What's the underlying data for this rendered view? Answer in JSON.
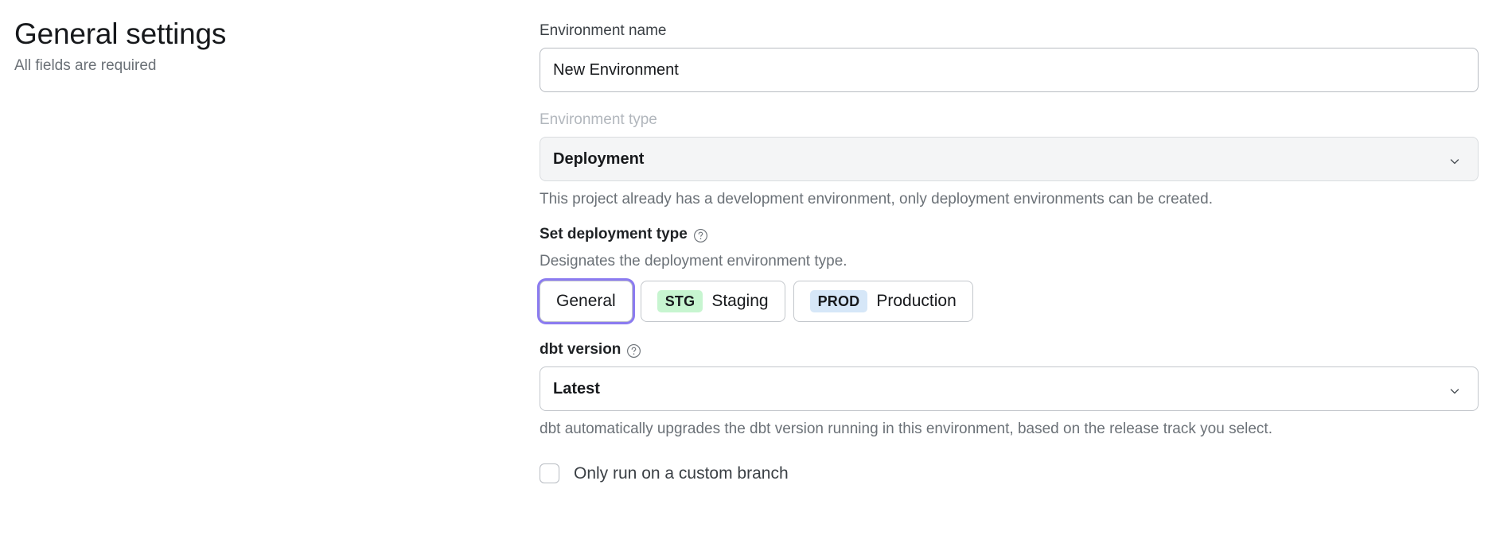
{
  "header": {
    "title": "General settings",
    "subtitle": "All fields are required"
  },
  "form": {
    "environment_name": {
      "label": "Environment name",
      "value": "New Environment",
      "placeholder": "New Environment"
    },
    "environment_type": {
      "label": "Environment type",
      "value": "Deployment",
      "disabled": true,
      "helper": "This project already has a development environment, only deployment environments can be created.",
      "chevron_icon": "chevron-down-icon"
    },
    "deployment_type": {
      "label": "Set deployment type",
      "help_icon": "question-circle-icon",
      "description": "Designates the deployment environment type.",
      "options": [
        {
          "label": "General",
          "badge": "",
          "badge_style": "",
          "selected": true
        },
        {
          "label": "Staging",
          "badge": "STG",
          "badge_style": "badge-stg",
          "selected": false
        },
        {
          "label": "Production",
          "badge": "PROD",
          "badge_style": "badge-prod",
          "selected": false
        }
      ]
    },
    "dbt_version": {
      "label": "dbt version",
      "help_icon": "question-circle-icon",
      "value": "Latest",
      "helper": "dbt automatically upgrades the dbt version running in this environment, based on the release track you select.",
      "chevron_icon": "chevron-down-icon"
    },
    "custom_branch": {
      "label": "Only run on a custom branch",
      "checked": false
    }
  },
  "colors": {
    "focus_ring": "#8b7bf0",
    "stg_badge_bg": "#c7f5d0",
    "prod_badge_bg": "#d6e7f8",
    "muted_text": "#6b7177",
    "disabled_label": "#b2b7bd"
  }
}
